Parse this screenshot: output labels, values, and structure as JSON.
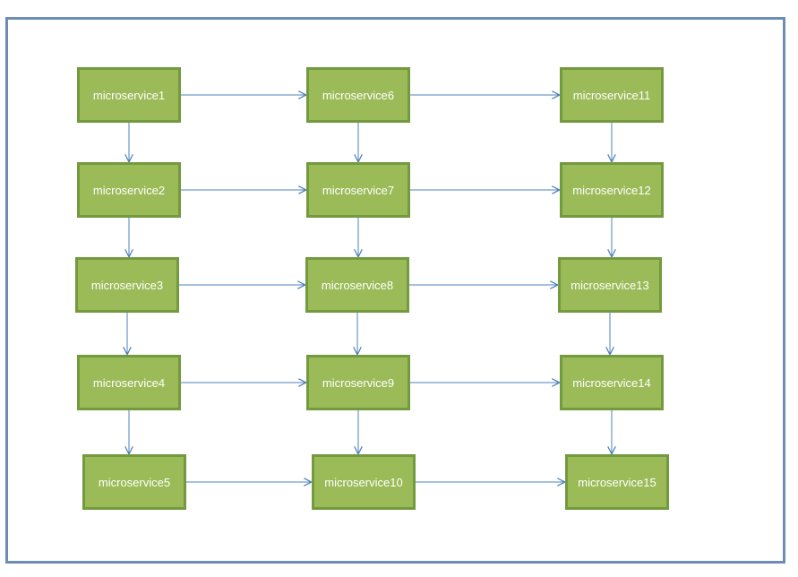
{
  "diagram": {
    "nodes": [
      {
        "id": "n1",
        "label": "microservice1"
      },
      {
        "id": "n2",
        "label": "microservice2"
      },
      {
        "id": "n3",
        "label": "microservice3"
      },
      {
        "id": "n4",
        "label": "microservice4"
      },
      {
        "id": "n5",
        "label": "microservice5"
      },
      {
        "id": "n6",
        "label": "microservice6"
      },
      {
        "id": "n7",
        "label": "microservice7"
      },
      {
        "id": "n8",
        "label": "microservice8"
      },
      {
        "id": "n9",
        "label": "microservice9"
      },
      {
        "id": "n10",
        "label": "microservice10"
      },
      {
        "id": "n11",
        "label": "microservice11"
      },
      {
        "id": "n12",
        "label": "microservice12"
      },
      {
        "id": "n13",
        "label": "microservice13"
      },
      {
        "id": "n14",
        "label": "microservice14"
      },
      {
        "id": "n15",
        "label": "microservice15"
      }
    ],
    "edges": [
      {
        "from": "n1",
        "to": "n6"
      },
      {
        "from": "n6",
        "to": "n11"
      },
      {
        "from": "n2",
        "to": "n7"
      },
      {
        "from": "n7",
        "to": "n12"
      },
      {
        "from": "n3",
        "to": "n8"
      },
      {
        "from": "n8",
        "to": "n13"
      },
      {
        "from": "n4",
        "to": "n9"
      },
      {
        "from": "n9",
        "to": "n14"
      },
      {
        "from": "n5",
        "to": "n10"
      },
      {
        "from": "n10",
        "to": "n15"
      },
      {
        "from": "n1",
        "to": "n2"
      },
      {
        "from": "n2",
        "to": "n3"
      },
      {
        "from": "n3",
        "to": "n4"
      },
      {
        "from": "n4",
        "to": "n5"
      },
      {
        "from": "n6",
        "to": "n7"
      },
      {
        "from": "n7",
        "to": "n8"
      },
      {
        "from": "n8",
        "to": "n9"
      },
      {
        "from": "n9",
        "to": "n10"
      },
      {
        "from": "n11",
        "to": "n12"
      },
      {
        "from": "n12",
        "to": "n13"
      },
      {
        "from": "n13",
        "to": "n14"
      },
      {
        "from": "n14",
        "to": "n15"
      }
    ],
    "colors": {
      "node_fill": "#9bbb59",
      "node_border": "#739a3e",
      "node_text": "#ffffff",
      "edge": "#4f81bd",
      "frame": "#6d8db5"
    }
  }
}
